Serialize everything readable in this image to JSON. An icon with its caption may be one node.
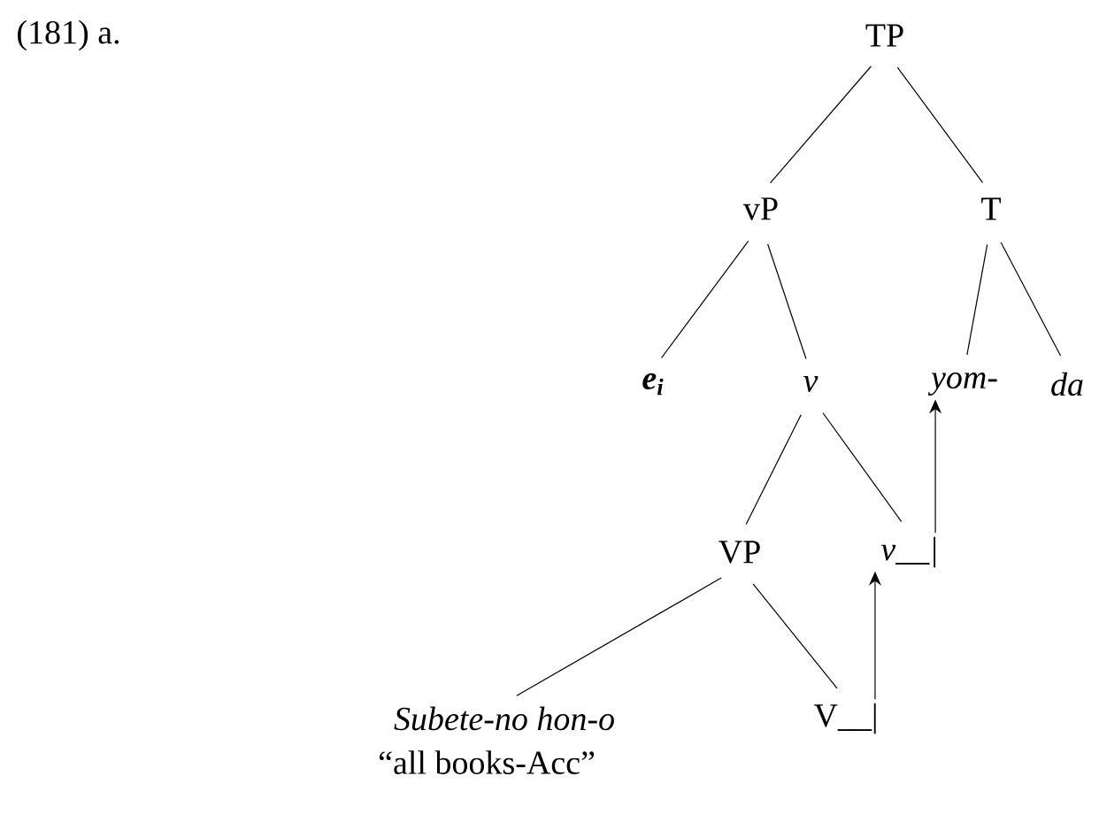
{
  "diagram": {
    "nodes": [
      {
        "text": [
          "TP"
        ]
      },
      {
        "text": [
          "vP"
        ]
      },
      {
        "text": [
          "T"
        ]
      },
      {
        "text": [
          "e$_{i}$"
        ]
      },
      {
        "text": [
          "v"
        ]
      },
      {
        "text": [
          "yom-"
        ]
      },
      {
        "text": [
          "da"
        ]
      },
      {
        "text": [
          "VP"
        ]
      },
      {
        "text": [
          "v__|"
        ]
      },
      {
        "text": [
          "Subete-no hon-o"
        ],
        "beside": [
          "“all books-Acc”"
        ]
      },
      {
        "text": [
          "V__|"
        ]
      }
    ],
    "edges": [
      {
        "from": 0,
        "to": 1,
        "arrow": "none"
      },
      {
        "from": 0,
        "to": 2,
        "arrow": "none"
      },
      {
        "from": 1,
        "to": 3,
        "arrow": "none"
      },
      {
        "from": 1,
        "to": 4,
        "arrow": "none"
      },
      {
        "from": 2,
        "to": 5,
        "arrow": "none"
      },
      {
        "from": 2,
        "to": 6,
        "arrow": "none"
      },
      {
        "from": 4,
        "to": 7,
        "arrow": "none"
      },
      {
        "from": 4,
        "to": 8,
        "arrow": "none"
      },
      {
        "from": 7,
        "to": 9,
        "arrow": "none"
      },
      {
        "from": 7,
        "to": 10,
        "arrow": "none"
      },
      {
        "from": 10,
        "to": 8,
        "arrow": "to"
      },
      {
        "from": 8,
        "to": 5,
        "arrow": "to"
      }
    ],
    "labels": [
      "(181) a."
    ]
  }
}
